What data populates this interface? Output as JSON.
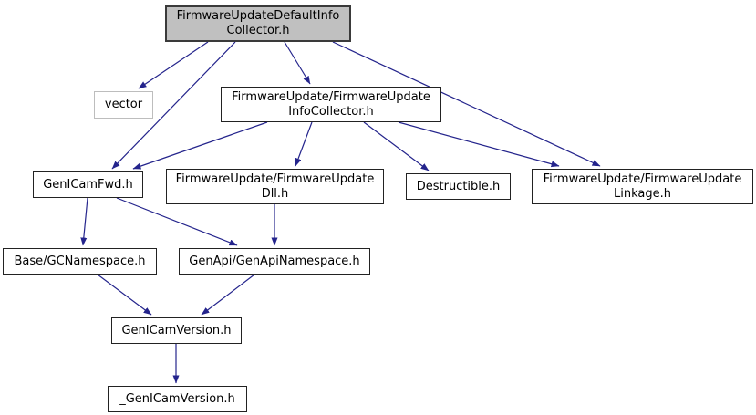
{
  "diagram": {
    "type": "include-dependency-graph",
    "root_file": "FirmwareUpdateDefaultInfoCollector.h",
    "colors": {
      "edge": "#24248c",
      "root_fill": "#c0c0c0",
      "node_fill": "#ffffff",
      "node_border": "#222222",
      "external_border": "#bdbdbd",
      "background": "#ffffff"
    }
  },
  "nodes": {
    "root": {
      "label": "FirmwareUpdateDefaultInfo\nCollector.h"
    },
    "vector": {
      "label": "vector"
    },
    "infocollector": {
      "label": "FirmwareUpdate/FirmwareUpdate\nInfoCollector.h"
    },
    "genicamfwd": {
      "label": "GenICamFwd.h"
    },
    "dll": {
      "label": "FirmwareUpdate/FirmwareUpdate\nDll.h"
    },
    "destructible": {
      "label": "Destructible.h"
    },
    "linkage": {
      "label": "FirmwareUpdate/FirmwareUpdate\nLinkage.h"
    },
    "gcnamespace": {
      "label": "Base/GCNamespace.h"
    },
    "genapinamespace": {
      "label": "GenApi/GenApiNamespace.h"
    },
    "genicamversion": {
      "label": "GenICamVersion.h"
    },
    "ugenicamversion": {
      "label": "_GenICamVersion.h"
    }
  },
  "edges": [
    {
      "from": "FirmwareUpdateDefaultInfoCollector.h",
      "to": "vector"
    },
    {
      "from": "FirmwareUpdateDefaultInfoCollector.h",
      "to": "GenICamFwd.h"
    },
    {
      "from": "FirmwareUpdateDefaultInfoCollector.h",
      "to": "FirmwareUpdate/FirmwareUpdateInfoCollector.h"
    },
    {
      "from": "FirmwareUpdateDefaultInfoCollector.h",
      "to": "FirmwareUpdate/FirmwareUpdateLinkage.h"
    },
    {
      "from": "FirmwareUpdate/FirmwareUpdateInfoCollector.h",
      "to": "GenICamFwd.h"
    },
    {
      "from": "FirmwareUpdate/FirmwareUpdateInfoCollector.h",
      "to": "FirmwareUpdate/FirmwareUpdateDll.h"
    },
    {
      "from": "FirmwareUpdate/FirmwareUpdateInfoCollector.h",
      "to": "Destructible.h"
    },
    {
      "from": "FirmwareUpdate/FirmwareUpdateInfoCollector.h",
      "to": "FirmwareUpdate/FirmwareUpdateLinkage.h"
    },
    {
      "from": "GenICamFwd.h",
      "to": "Base/GCNamespace.h"
    },
    {
      "from": "GenICamFwd.h",
      "to": "GenApi/GenApiNamespace.h"
    },
    {
      "from": "FirmwareUpdate/FirmwareUpdateDll.h",
      "to": "GenApi/GenApiNamespace.h"
    },
    {
      "from": "Base/GCNamespace.h",
      "to": "GenICamVersion.h"
    },
    {
      "from": "GenApi/GenApiNamespace.h",
      "to": "GenICamVersion.h"
    },
    {
      "from": "GenICamVersion.h",
      "to": "_GenICamVersion.h"
    }
  ]
}
